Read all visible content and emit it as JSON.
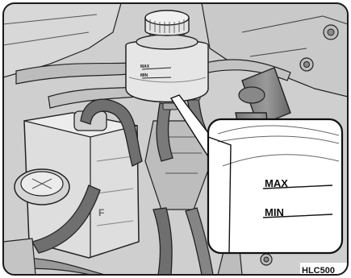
{
  "figure": {
    "callout": {
      "max_label": "MAX",
      "min_label": "MIN"
    },
    "reservoir": {
      "max_label": "MAX",
      "min_label": "MIN"
    },
    "left_tank": {
      "letter": "F"
    },
    "figure_code": "HLC500"
  }
}
